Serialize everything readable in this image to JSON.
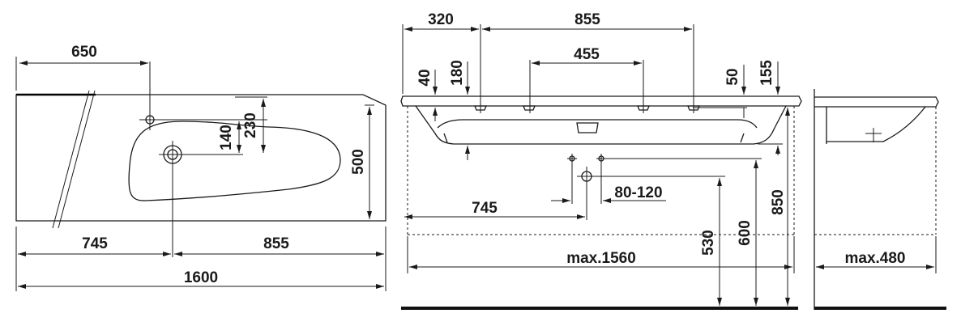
{
  "top_view": {
    "d650": "650",
    "d140": "140",
    "d230": "230",
    "d500": "500",
    "d745": "745",
    "d855": "855",
    "d1600": "1600"
  },
  "front_view": {
    "d320": "320",
    "d855": "855",
    "d455": "455",
    "d40": "40",
    "d180": "180",
    "d50": "50",
    "d155": "155",
    "d80_120": "80-120",
    "d745": "745",
    "d530": "530",
    "d600": "600",
    "d850": "850",
    "dmax1560": "max.1560"
  },
  "side_view": {
    "dmax480": "max.480"
  }
}
